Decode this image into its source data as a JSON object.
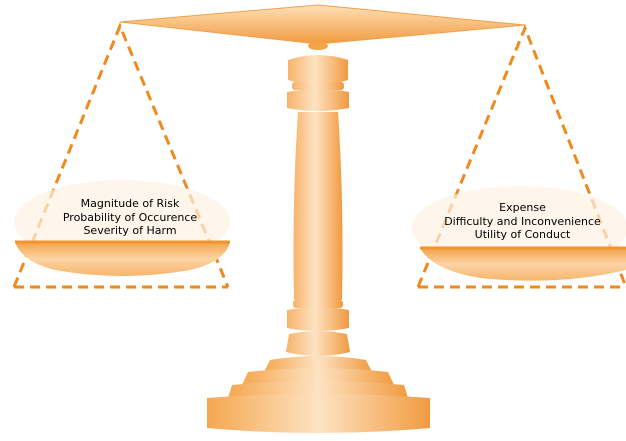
{
  "colors": {
    "accent": "#f4a347",
    "dashed_line": "#ee8a1f",
    "light": "#fde3c3"
  },
  "left_pan": {
    "lines": [
      "Magnitude of Risk",
      "Probability of Occurence",
      "Severity of Harm"
    ]
  },
  "right_pan": {
    "lines": [
      "Expense",
      "Difficulty and Inconvenience",
      "Utility of Conduct"
    ]
  }
}
